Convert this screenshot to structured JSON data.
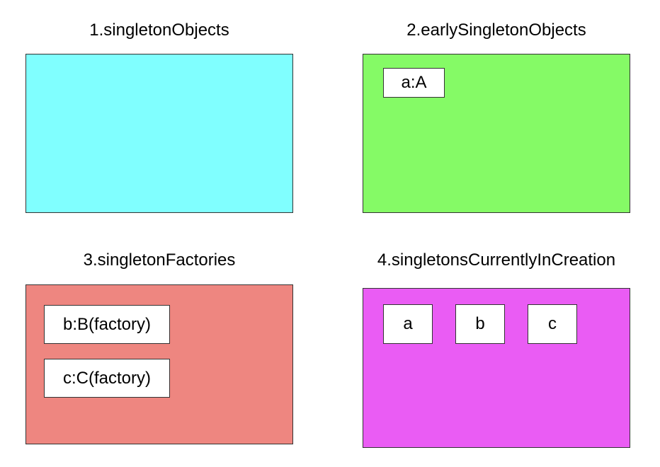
{
  "colors": {
    "singleton_objects_fill": "#80ffff",
    "early_singleton_objects_fill": "#85fa66",
    "singleton_factories_fill": "#ee8680",
    "currently_in_creation_fill": "#ea5cf4",
    "item_fill": "#ffffff",
    "border": "#333333"
  },
  "panels": [
    {
      "title": "1.singletonObjects",
      "items": []
    },
    {
      "title": "2.earlySingletonObjects",
      "items": [
        "a:A"
      ]
    },
    {
      "title": "3.singletonFactories",
      "items": [
        "b:B(factory)",
        "c:C(factory)"
      ]
    },
    {
      "title": "4.singletonsCurrentlyInCreation",
      "items": [
        "a",
        "b",
        "c"
      ]
    }
  ]
}
